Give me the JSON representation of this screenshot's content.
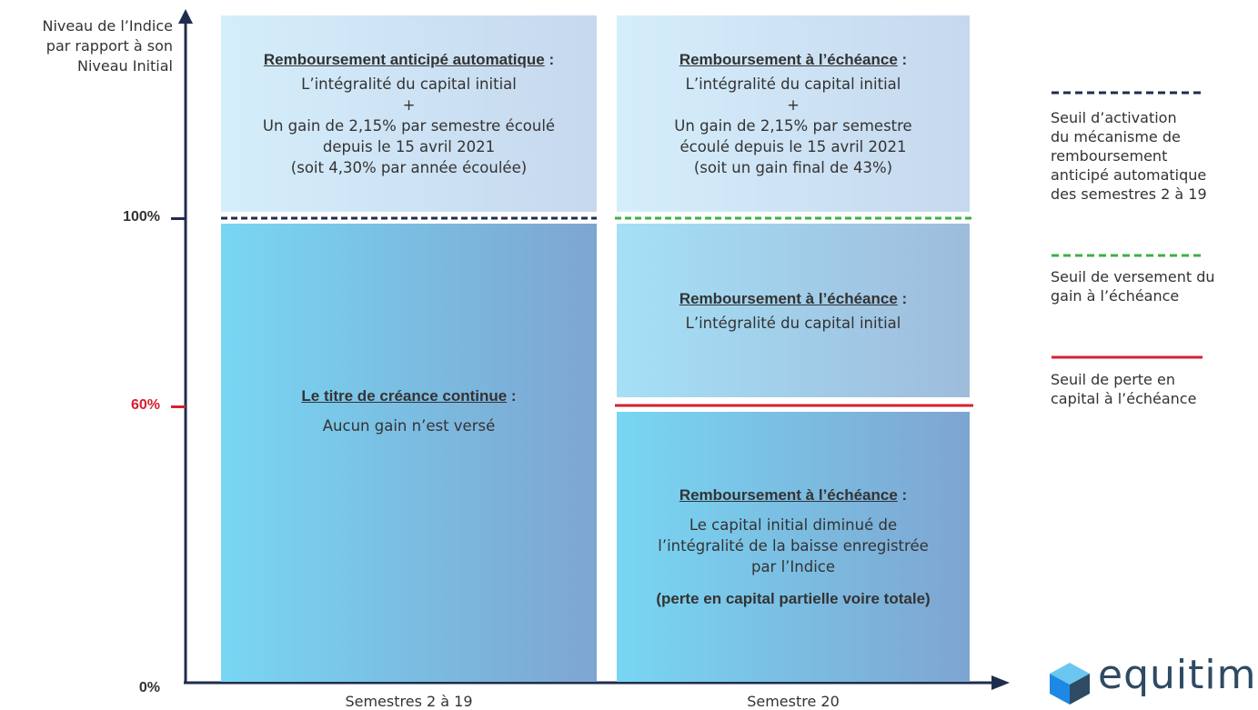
{
  "y_axis": {
    "label_lines": [
      "Niveau de l’Indice",
      "par rapport à son",
      "Niveau Initial"
    ],
    "ticks": [
      {
        "label": "100%",
        "color": "#1f2d4d"
      },
      {
        "label": "60%",
        "color": "#d6212e"
      },
      {
        "label": "0%",
        "color": "#1f2d4d"
      }
    ]
  },
  "x_axis": {
    "categories": [
      "Semestres 2 à 19",
      "Semestre 20"
    ]
  },
  "boxes": {
    "early_top": {
      "heading": "Remboursement anticipé automatique",
      "colon": " :",
      "lines": [
        "L’intégralité du capital initial",
        "+",
        "Un gain de 2,15% par semestre écoulé",
        "depuis le 15 avril 2021",
        "(soit 4,30% par année écoulée)"
      ]
    },
    "early_bottom": {
      "heading": "Le titre de créance continue",
      "colon": " :",
      "lines": [
        "Aucun gain n’est versé"
      ]
    },
    "final_top": {
      "heading": "Remboursement à l’échéance",
      "colon": " :",
      "lines": [
        "L’intégralité du capital initial",
        "+",
        "Un gain de 2,15% par semestre",
        "écoulé depuis le 15 avril 2021",
        "(soit un gain final de 43%)"
      ]
    },
    "final_mid": {
      "heading": "Remboursement à l’échéance",
      "colon": " :",
      "lines": [
        "L’intégralité du capital initial"
      ]
    },
    "final_bottom": {
      "heading": "Remboursement à l’échéance",
      "colon": " :",
      "lines": [
        "Le capital initial diminué de",
        "l’intégralité de la baisse enregistrée",
        "par l’Indice"
      ],
      "emphasis": "(perte en capital partielle voire totale)"
    }
  },
  "legend": [
    {
      "style": "dashed",
      "color": "#1f2d4d",
      "lines": [
        "Seuil d’activation",
        "du mécanisme de",
        "remboursement",
        "anticipé automatique",
        "des semestres 2 à 19"
      ]
    },
    {
      "style": "dashed",
      "color": "#3fae49",
      "lines": [
        "Seuil de versement du",
        "gain à l’échéance"
      ]
    },
    {
      "style": "solid",
      "color": "#d6212e",
      "lines": [
        "Seuil de perte en",
        "capital à l’échéance"
      ]
    }
  ],
  "brand": {
    "name": "equitim",
    "colors": {
      "blue": "#1e88e5",
      "dark": "#2f4a63"
    }
  }
}
